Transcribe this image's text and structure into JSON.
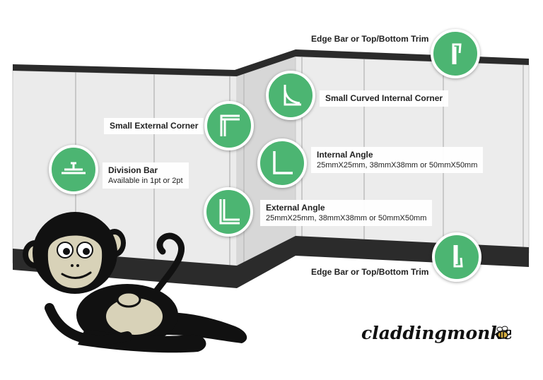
{
  "colors": {
    "accent_green": "#4cb572",
    "trim_dark": "#2a2a2a",
    "panel_light": "#e9e9e9"
  },
  "callouts": {
    "edge_bar_top": {
      "title": "Edge Bar or Top/Bottom Trim",
      "icon": "edge-bar-top-icon"
    },
    "small_curved_internal": {
      "title": "Small Curved Internal Corner",
      "icon": "curved-internal-corner-icon"
    },
    "small_external_corner": {
      "title": "Small External Corner",
      "icon": "external-corner-icon"
    },
    "internal_angle": {
      "title": "Internal Angle",
      "subtitle": "25mmX25mm, 38mmX38mm or 50mmX50mm",
      "icon": "internal-angle-icon"
    },
    "division_bar": {
      "title": "Division Bar",
      "subtitle": "Available in 1pt or 2pt",
      "icon": "division-bar-icon"
    },
    "external_angle": {
      "title": "External Angle",
      "subtitle": "25mmX25mm, 38mmX38mm or 50mmX50mm",
      "icon": "external-angle-icon"
    },
    "edge_bar_bottom": {
      "title": "Edge Bar or Top/Bottom Trim",
      "icon": "edge-bar-bottom-icon"
    }
  },
  "logo": {
    "brand": "claddingmonkey"
  },
  "mascot": {
    "name": "monkey-mascot"
  }
}
